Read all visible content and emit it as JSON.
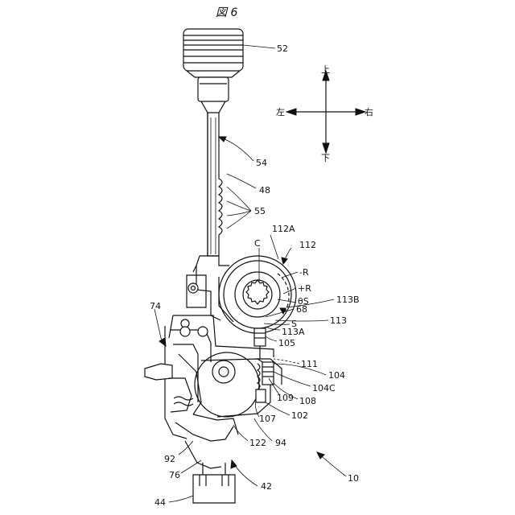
{
  "figure": {
    "title": "図 6"
  },
  "directions": {
    "up": "上",
    "down": "下",
    "left": "左",
    "right": "右"
  },
  "labels": {
    "l52": "52",
    "l54": "54",
    "l48": "48",
    "l55": "55",
    "l112A": "112A",
    "l112": "112",
    "lC": "C",
    "lminusR": "-R",
    "lplusR": "+R",
    "lthetaS": "θS",
    "l113B": "113B",
    "l68": "68",
    "l113": "113",
    "lS": "S",
    "l113A": "113A",
    "l105": "105",
    "l111": "111",
    "l104": "104",
    "l104C": "104C",
    "l109": "109",
    "l108": "108",
    "l107": "107",
    "l102": "102",
    "l74": "74",
    "l122": "122",
    "l94": "94",
    "l92": "92",
    "l76": "76",
    "l42": "42",
    "l44": "44",
    "l10": "10"
  }
}
